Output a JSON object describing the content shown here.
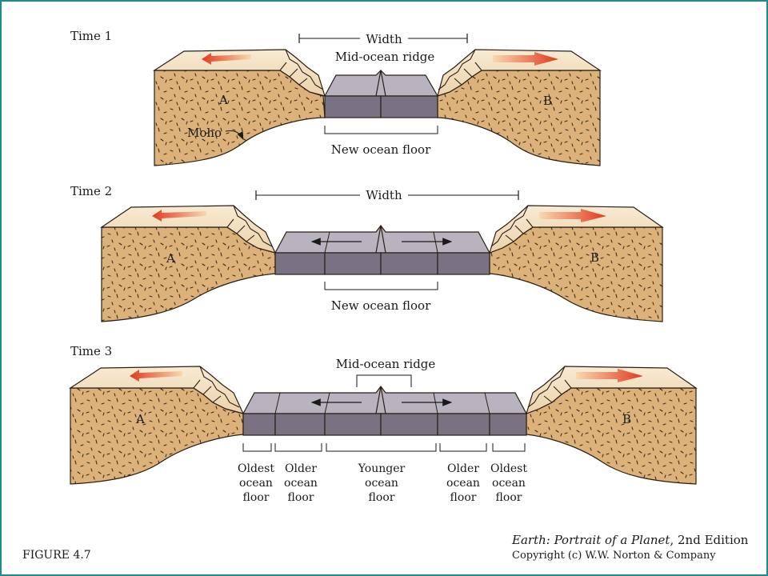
{
  "time_labels": [
    "Time 1",
    "Time 2",
    "Time 3"
  ],
  "width_label": "Width",
  "ridge_label": "Mid-ocean ridge",
  "new_floor_label": "New ocean floor",
  "continent_a": "A",
  "continent_b": "B",
  "moho_label": "Moho",
  "age_labels": [
    [
      "Oldest",
      "ocean",
      "floor"
    ],
    [
      "Older",
      "ocean",
      "floor"
    ],
    [
      "Younger",
      "ocean",
      "floor"
    ],
    [
      "Older",
      "ocean",
      "floor"
    ],
    [
      "Oldest",
      "ocean",
      "floor"
    ]
  ],
  "figure_label": "FIGURE 4.7",
  "book_title_italic": "Earth: Portrait of a Planet",
  "book_edition": ", 2nd Edition",
  "copyright": "Copyright (c) W.W. Norton & Company",
  "colors": {
    "frame": "#1f8c8c",
    "crust": "#ddb27a",
    "crust_top": "#f6e3c7",
    "ocean_top": "#b9b3bf",
    "ocean_side": "#787282",
    "motion_arrow": "#e8502a"
  }
}
